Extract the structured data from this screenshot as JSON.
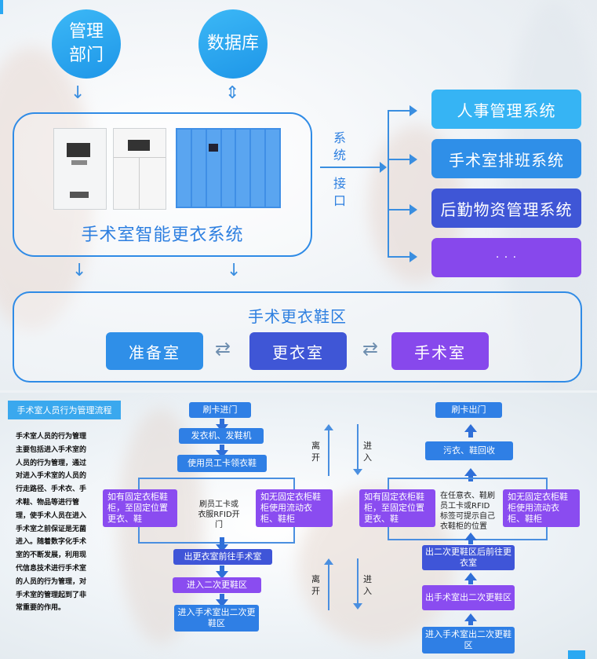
{
  "top": {
    "circle_mgmt": "管理\n部门",
    "circle_db": "数据库",
    "system_label": "手术室智能更衣系统",
    "interface_chars": [
      "系",
      "统",
      "接",
      "口"
    ],
    "systems": [
      "人事管理系统",
      "手术室排班系统",
      "后勤物资管理系统",
      "· · ·"
    ],
    "zone_title": "手术更衣鞋区",
    "rooms": [
      "准备室",
      "更衣室",
      "手术室"
    ],
    "colors": {
      "circle": "#2aa8f2",
      "outline": "#2f8be6",
      "sys1": "#36b4f4",
      "sys2": "#2f8fe8",
      "sys3": "#3f56d6",
      "sys4": "#8748ec"
    }
  },
  "bottom": {
    "title": "手术室人员行为管理流程",
    "paragraph": "手术室人员的行为管理主要包括进入手术室的人员的行为管理，通过对进入手术室的人员的行走路径、手术衣、手术鞋、物品等进行管理，使手术人员在进入手术室之前保证是无菌进入。随着数字化手术室的不断发展，利用现代信息技术进行手术室的人员的行为管理，对手术室的管理起到了非常重要的作用。",
    "left_flow": {
      "step1": "刷卡进门",
      "step2": "发衣机、发鞋机",
      "step3": "使用员工卡领衣鞋",
      "branch_left": "如有固定衣柜鞋柜，至固定位置更衣、鞋",
      "branch_mid": "刷员工卡或衣服RFID开门",
      "branch_right": "如无固定衣柜鞋柜使用流动衣柜、鞋柜",
      "step4": "出更衣室前往手术室",
      "step5": "进入二次更鞋区",
      "step6": "进入手术室出二次更鞋区"
    },
    "mid_labels": {
      "leave_top": "离开",
      "enter_top": "进入",
      "leave_bottom": "离开",
      "enter_bottom": "进入"
    },
    "right_flow": {
      "step1": "刷卡出门",
      "step2": "污衣、鞋回收",
      "branch_left": "如有固定衣柜鞋柜，至固定位置更衣、鞋",
      "branch_mid": "在任意衣、鞋刷员工卡或RFID标签可提示自己衣鞋柜的位置",
      "branch_right": "如无固定衣柜鞋柜使用流动衣柜、鞋柜",
      "step3": "出二次更鞋区后前往更衣室",
      "step4": "出手术室出二次更鞋区",
      "step5": "进入手术室出二次更鞋区"
    }
  }
}
